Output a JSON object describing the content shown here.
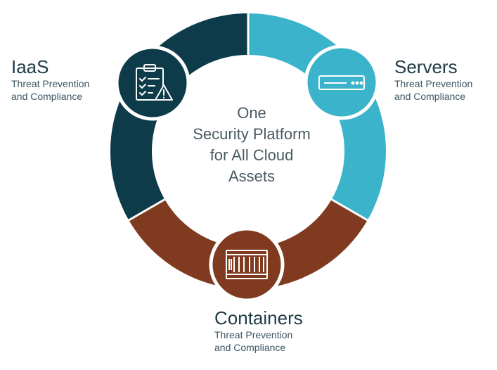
{
  "center": {
    "lines": [
      "One",
      "Security Platform",
      "for All Cloud",
      "Assets"
    ]
  },
  "segments": [
    {
      "id": "iaas",
      "title": "IaaS",
      "subtitle_line1": "Threat Prevention",
      "subtitle_line2": "and Compliance",
      "color": "#0d3b4a",
      "icon": "clipboard-checklist-warning-icon"
    },
    {
      "id": "servers",
      "title": "Servers",
      "subtitle_line1": "Threat Prevention",
      "subtitle_line2": "and Compliance",
      "color": "#3ab3cb",
      "icon": "server-rack-icon"
    },
    {
      "id": "containers",
      "title": "Containers",
      "subtitle_line1": "Threat Prevention",
      "subtitle_line2": "and Compliance",
      "color": "#7f3a1f",
      "icon": "shipping-container-icon"
    }
  ]
}
